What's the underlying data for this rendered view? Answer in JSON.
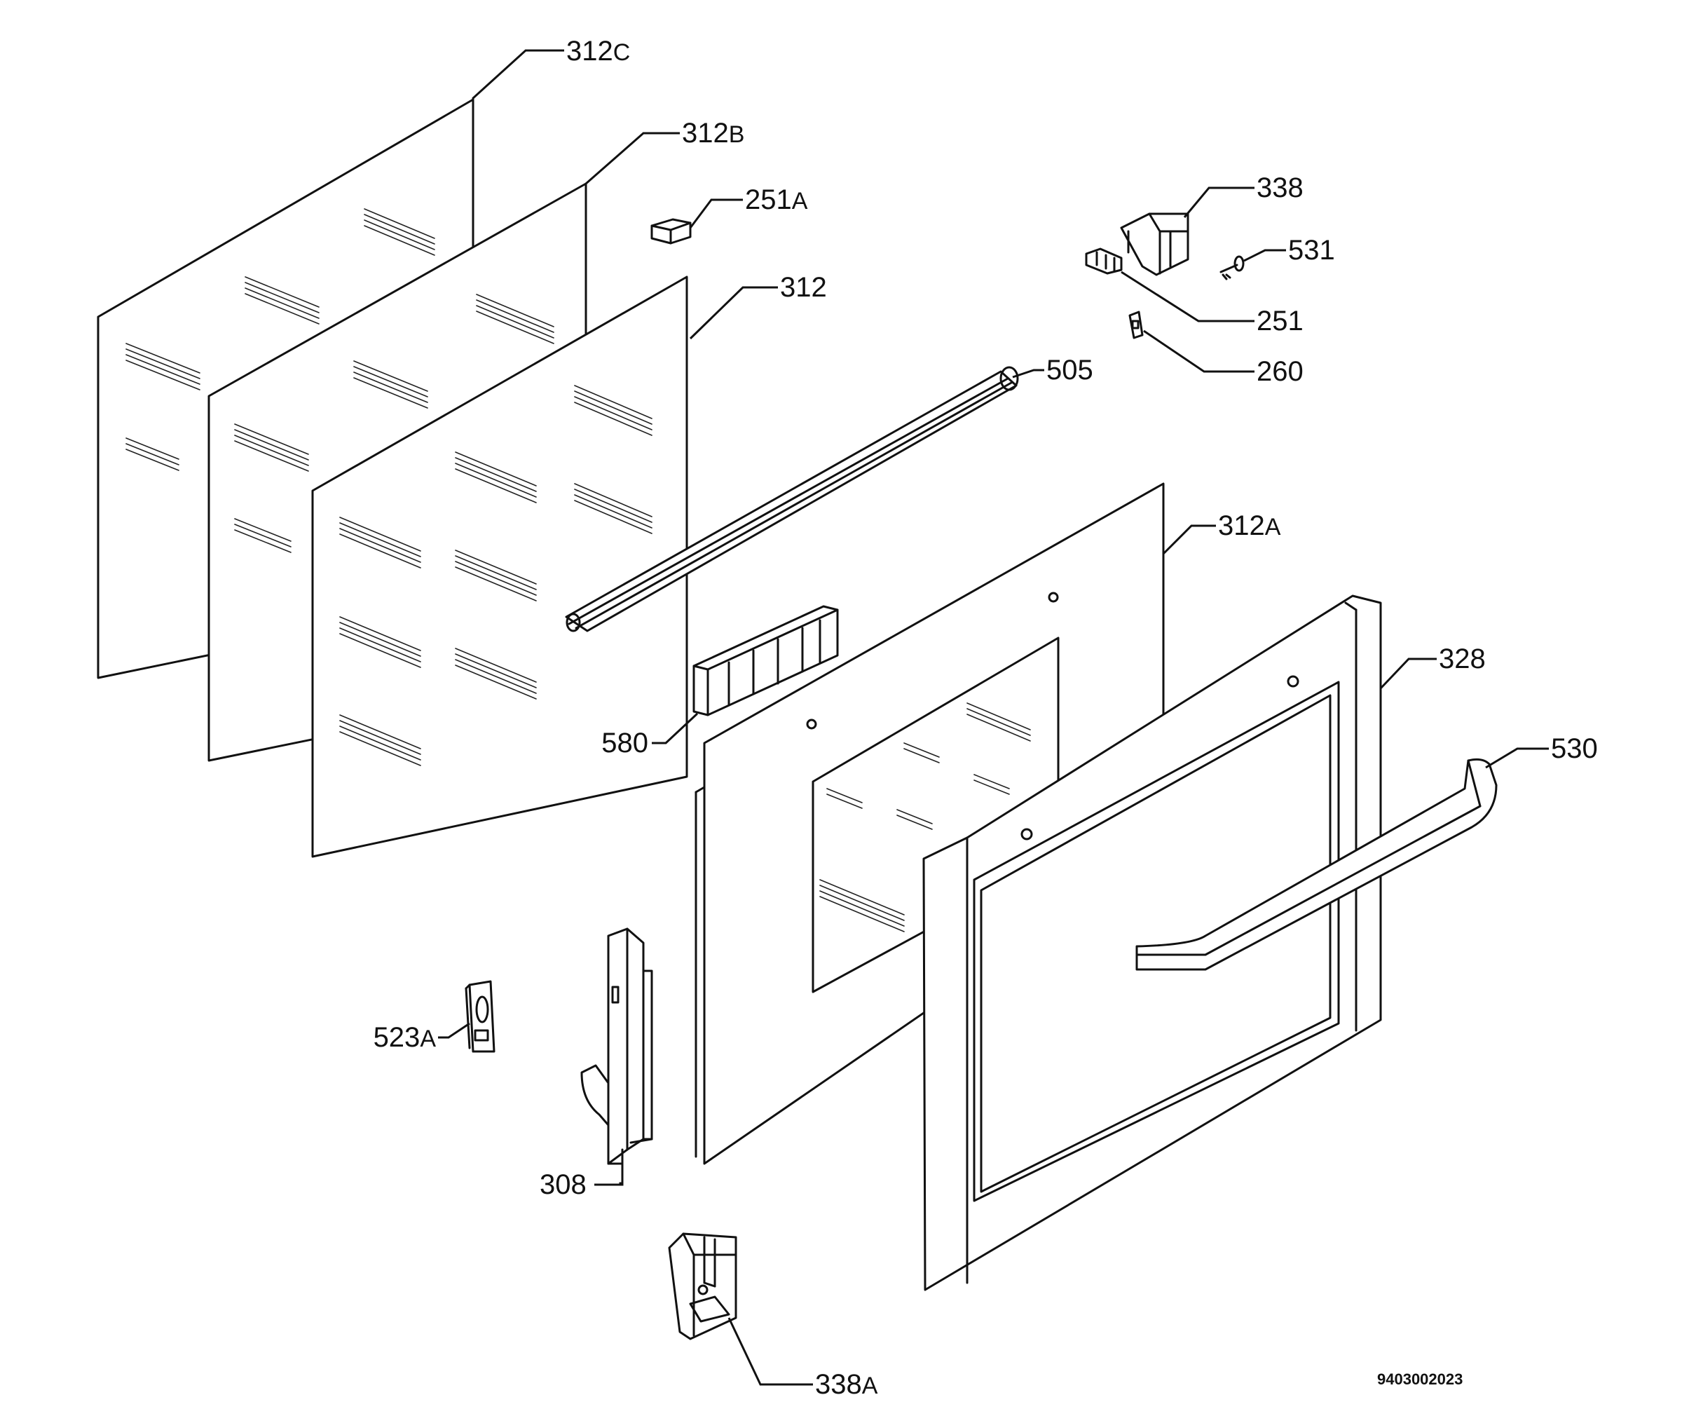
{
  "diagram": {
    "part_labels": [
      {
        "id": "p312c",
        "num": "312",
        "suffix": "C"
      },
      {
        "id": "p312b",
        "num": "312",
        "suffix": "B"
      },
      {
        "id": "p251a",
        "num": "251",
        "suffix": "A"
      },
      {
        "id": "p338",
        "num": "338",
        "suffix": ""
      },
      {
        "id": "p531",
        "num": "531",
        "suffix": ""
      },
      {
        "id": "p312",
        "num": "312",
        "suffix": ""
      },
      {
        "id": "p251",
        "num": "251",
        "suffix": ""
      },
      {
        "id": "p260",
        "num": "260",
        "suffix": ""
      },
      {
        "id": "p505",
        "num": "505",
        "suffix": ""
      },
      {
        "id": "p312a",
        "num": "312",
        "suffix": "A"
      },
      {
        "id": "p328",
        "num": "328",
        "suffix": ""
      },
      {
        "id": "p530",
        "num": "530",
        "suffix": ""
      },
      {
        "id": "p580",
        "num": "580",
        "suffix": ""
      },
      {
        "id": "p523a",
        "num": "523",
        "suffix": "A"
      },
      {
        "id": "p308",
        "num": "308",
        "suffix": ""
      },
      {
        "id": "p338a",
        "num": "338",
        "suffix": "A"
      }
    ],
    "drawing_code": "9403002023"
  }
}
